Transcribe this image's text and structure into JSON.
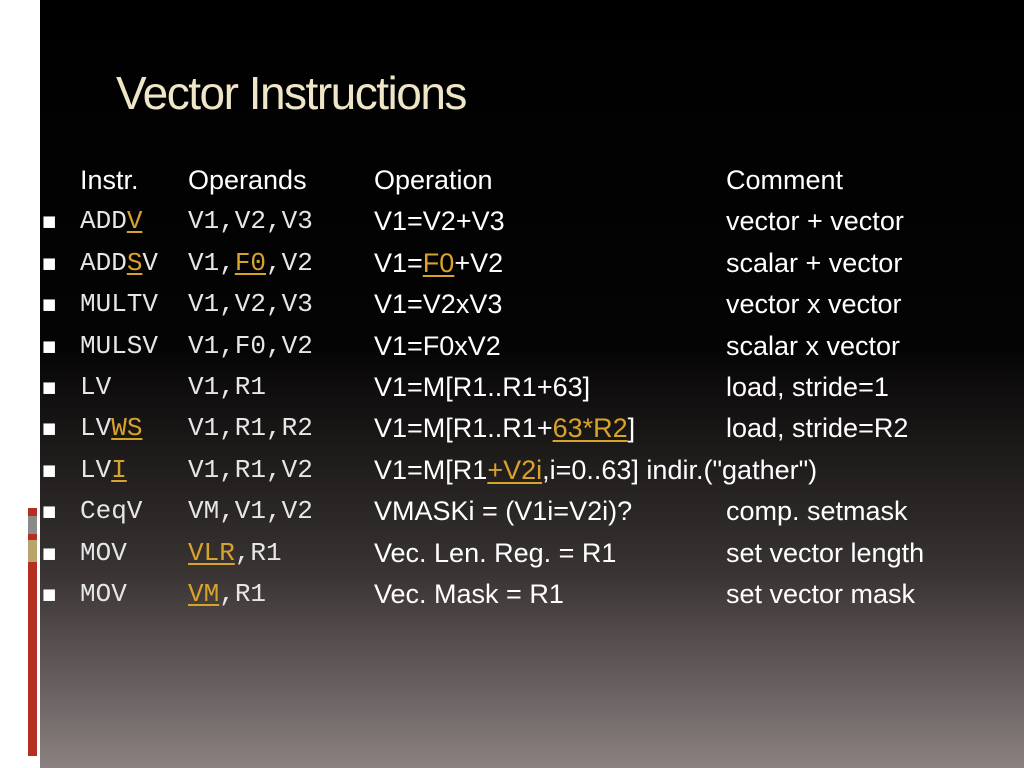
{
  "title": "Vector Instructions",
  "colors": {
    "title": "#efe6c7",
    "highlight": "#d8a32b",
    "text": "#ffffff",
    "accent_red": "#b22f22"
  },
  "header": {
    "instr": "Instr.",
    "operands": "Operands",
    "operation": "Operation",
    "comment": "Comment"
  },
  "rows": [
    {
      "instr": [
        [
          "ADD",
          0
        ],
        [
          "V",
          1
        ]
      ],
      "operands": [
        [
          "V1,V2,V3",
          0
        ]
      ],
      "operation": [
        [
          "V1=V2+V3",
          0
        ]
      ],
      "comment": "vector + vector"
    },
    {
      "instr": [
        [
          "ADD",
          0
        ],
        [
          "S",
          1
        ],
        [
          "V",
          0
        ]
      ],
      "operands": [
        [
          "V1,",
          0
        ],
        [
          "F0",
          1
        ],
        [
          ",V2",
          0
        ]
      ],
      "operation": [
        [
          "V1=",
          0
        ],
        [
          "F0",
          1
        ],
        [
          "+V2",
          0
        ]
      ],
      "comment": "scalar + vector"
    },
    {
      "instr": [
        [
          "MULTV",
          0
        ]
      ],
      "operands": [
        [
          "V1,V2,V3",
          0
        ]
      ],
      "operation": [
        [
          "V1=V2xV3",
          0
        ]
      ],
      "comment": "vector x vector"
    },
    {
      "instr": [
        [
          "MULSV",
          0
        ]
      ],
      "operands": [
        [
          "V1,F0,V2",
          0
        ]
      ],
      "operation": [
        [
          "V1=F0xV2",
          0
        ]
      ],
      "comment": "scalar x vector"
    },
    {
      "instr": [
        [
          "LV",
          0
        ]
      ],
      "operands": [
        [
          "V1,R1",
          0
        ]
      ],
      "operation": [
        [
          "V1=M[R1..R1+63]",
          0
        ]
      ],
      "comment": "load, stride=1"
    },
    {
      "instr": [
        [
          "LV",
          0
        ],
        [
          "WS",
          1
        ]
      ],
      "operands": [
        [
          "V1,R1,R2",
          0
        ]
      ],
      "operation": [
        [
          "V1=M[R1..R1+",
          0
        ],
        [
          "63*R2",
          1
        ],
        [
          "]",
          0
        ]
      ],
      "comment": "load, stride=R2"
    },
    {
      "instr": [
        [
          "LV",
          0
        ],
        [
          "I",
          1
        ]
      ],
      "operands": [
        [
          "V1,R1,V2",
          0
        ]
      ],
      "operation": [
        [
          "V1=M[R1",
          0
        ],
        [
          "+V2i",
          1
        ],
        [
          ",i=0..63] indir.(\"gather\")",
          0
        ]
      ],
      "comment": ""
    },
    {
      "instr": [
        [
          "CeqV",
          0
        ]
      ],
      "operands": [
        [
          "VM,V1,V2",
          0
        ]
      ],
      "operation": [
        [
          "VMASKi = (V1i=V2i)?",
          0
        ]
      ],
      "comment": "comp. setmask"
    },
    {
      "instr": [
        [
          "MOV",
          0
        ]
      ],
      "operands": [
        [
          "VLR",
          1
        ],
        [
          ",R1",
          0
        ]
      ],
      "operation": [
        [
          "Vec. Len. Reg. = R1",
          0
        ]
      ],
      "comment": "set vector length"
    },
    {
      "instr": [
        [
          "MOV",
          0
        ]
      ],
      "operands": [
        [
          "VM",
          1
        ],
        [
          ",R1",
          0
        ]
      ],
      "operation": [
        [
          "Vec. Mask = R1",
          0
        ]
      ],
      "comment": "set vector mask"
    }
  ]
}
